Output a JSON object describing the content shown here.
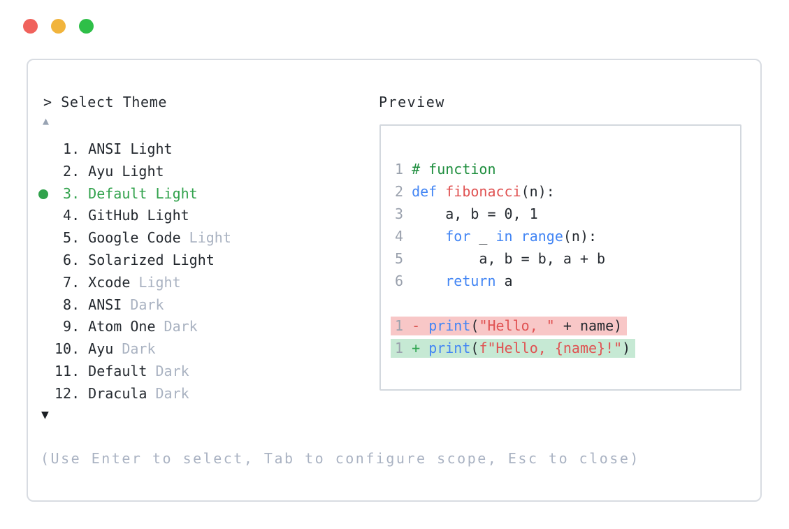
{
  "window": {
    "traffic_lights": [
      {
        "name": "close-button",
        "color": "#f0625c"
      },
      {
        "name": "minimize-button",
        "color": "#f1b43c"
      },
      {
        "name": "zoom-button",
        "color": "#2ebf48"
      }
    ]
  },
  "selector": {
    "prompt": "> Select Theme",
    "scroll_up_indicator": "▲",
    "scroll_down_indicator": "▼",
    "items": [
      {
        "number": "1",
        "label": "ANSI Light",
        "suffix": "",
        "selected": false
      },
      {
        "number": "2",
        "label": "Ayu Light",
        "suffix": "",
        "selected": false
      },
      {
        "number": "3",
        "label": "Default Light",
        "suffix": "",
        "selected": true
      },
      {
        "number": "4",
        "label": "GitHub Light",
        "suffix": "",
        "selected": false
      },
      {
        "number": "5",
        "label": "Google Code",
        "suffix": "Light",
        "selected": false
      },
      {
        "number": "6",
        "label": "Solarized Light",
        "suffix": "",
        "selected": false
      },
      {
        "number": "7",
        "label": "Xcode",
        "suffix": "Light",
        "selected": false
      },
      {
        "number": "8",
        "label": "ANSI",
        "suffix": "Dark",
        "selected": false
      },
      {
        "number": "9",
        "label": "Atom One",
        "suffix": "Dark",
        "selected": false
      },
      {
        "number": "10",
        "label": "Ayu",
        "suffix": "Dark",
        "selected": false
      },
      {
        "number": "11",
        "label": "Default",
        "suffix": "Dark",
        "selected": false
      },
      {
        "number": "12",
        "label": "Dracula",
        "suffix": "Dark",
        "selected": false
      }
    ],
    "help_text": "(Use Enter to select, Tab to configure scope, Esc to close)"
  },
  "preview": {
    "label": "Preview",
    "code_lines": [
      {
        "num": "1",
        "tokens": [
          {
            "t": "# function",
            "c": "comment"
          }
        ]
      },
      {
        "num": "2",
        "tokens": [
          {
            "t": "def",
            "c": "kw"
          },
          {
            "t": " ",
            "c": "plain"
          },
          {
            "t": "fibonacci",
            "c": "fn"
          },
          {
            "t": "(n):",
            "c": "plain"
          }
        ]
      },
      {
        "num": "3",
        "tokens": [
          {
            "t": "    a, b = 0, 1",
            "c": "plain"
          }
        ]
      },
      {
        "num": "4",
        "tokens": [
          {
            "t": "    ",
            "c": "plain"
          },
          {
            "t": "for",
            "c": "kw"
          },
          {
            "t": " _ ",
            "c": "plain"
          },
          {
            "t": "in",
            "c": "kw"
          },
          {
            "t": " ",
            "c": "plain"
          },
          {
            "t": "range",
            "c": "kw"
          },
          {
            "t": "(n):",
            "c": "plain"
          }
        ]
      },
      {
        "num": "5",
        "tokens": [
          {
            "t": "        a, b = b, a + b",
            "c": "plain"
          }
        ]
      },
      {
        "num": "6",
        "tokens": [
          {
            "t": "    ",
            "c": "plain"
          },
          {
            "t": "return",
            "c": "kw"
          },
          {
            "t": " a",
            "c": "plain"
          }
        ]
      }
    ],
    "diff_lines": [
      {
        "num": "1",
        "sign": "-",
        "change": "removed",
        "tokens": [
          {
            "t": "print",
            "c": "kw"
          },
          {
            "t": "(",
            "c": "plain"
          },
          {
            "t": "\"Hello, \"",
            "c": "str"
          },
          {
            "t": " + name)",
            "c": "plain"
          }
        ]
      },
      {
        "num": "1",
        "sign": "+",
        "change": "added",
        "tokens": [
          {
            "t": "print",
            "c": "kw"
          },
          {
            "t": "(",
            "c": "plain"
          },
          {
            "t": "f\"Hello, {name}!\"",
            "c": "str"
          },
          {
            "t": ")",
            "c": "plain"
          }
        ]
      }
    ]
  },
  "colors": {
    "text_dark": "#24292f",
    "line_number_gray": "#9aa1ad",
    "suffix_gray": "#a9b2c1",
    "help_gray": "#a9b2c2",
    "selected_green": "#31a24c",
    "comment_green": "#1e8e3e",
    "keyword_blue": "#4285f4",
    "function_string_red": "#e05252",
    "diff_minus_red": "#d9534f",
    "diff_plus_green": "#2ea44f",
    "diff_removed_bg": "#f8c7c7",
    "diff_added_bg": "#c6e9d4",
    "panel_border": "#d8dce2",
    "preview_border": "#d3d8de"
  }
}
